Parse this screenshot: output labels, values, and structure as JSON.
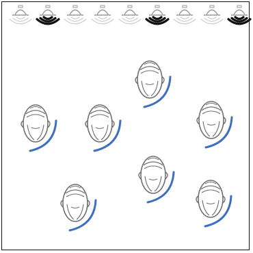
{
  "colors": {
    "frame": "#111111",
    "speaker_fill": "#ffffff",
    "speaker_stroke": "#9a9a9a",
    "wave_inactive": "#cfcfcf",
    "wave_active": "#111111",
    "head_stroke": "#6f6f6f",
    "head_fill": "#ffffff",
    "listening_arc": "#3f6fbf"
  },
  "speaker_array": {
    "count": 9,
    "active_indices": [
      1,
      5,
      8
    ]
  },
  "listeners": {
    "count": 7,
    "icon": "head-with-listening-arc-icon"
  }
}
